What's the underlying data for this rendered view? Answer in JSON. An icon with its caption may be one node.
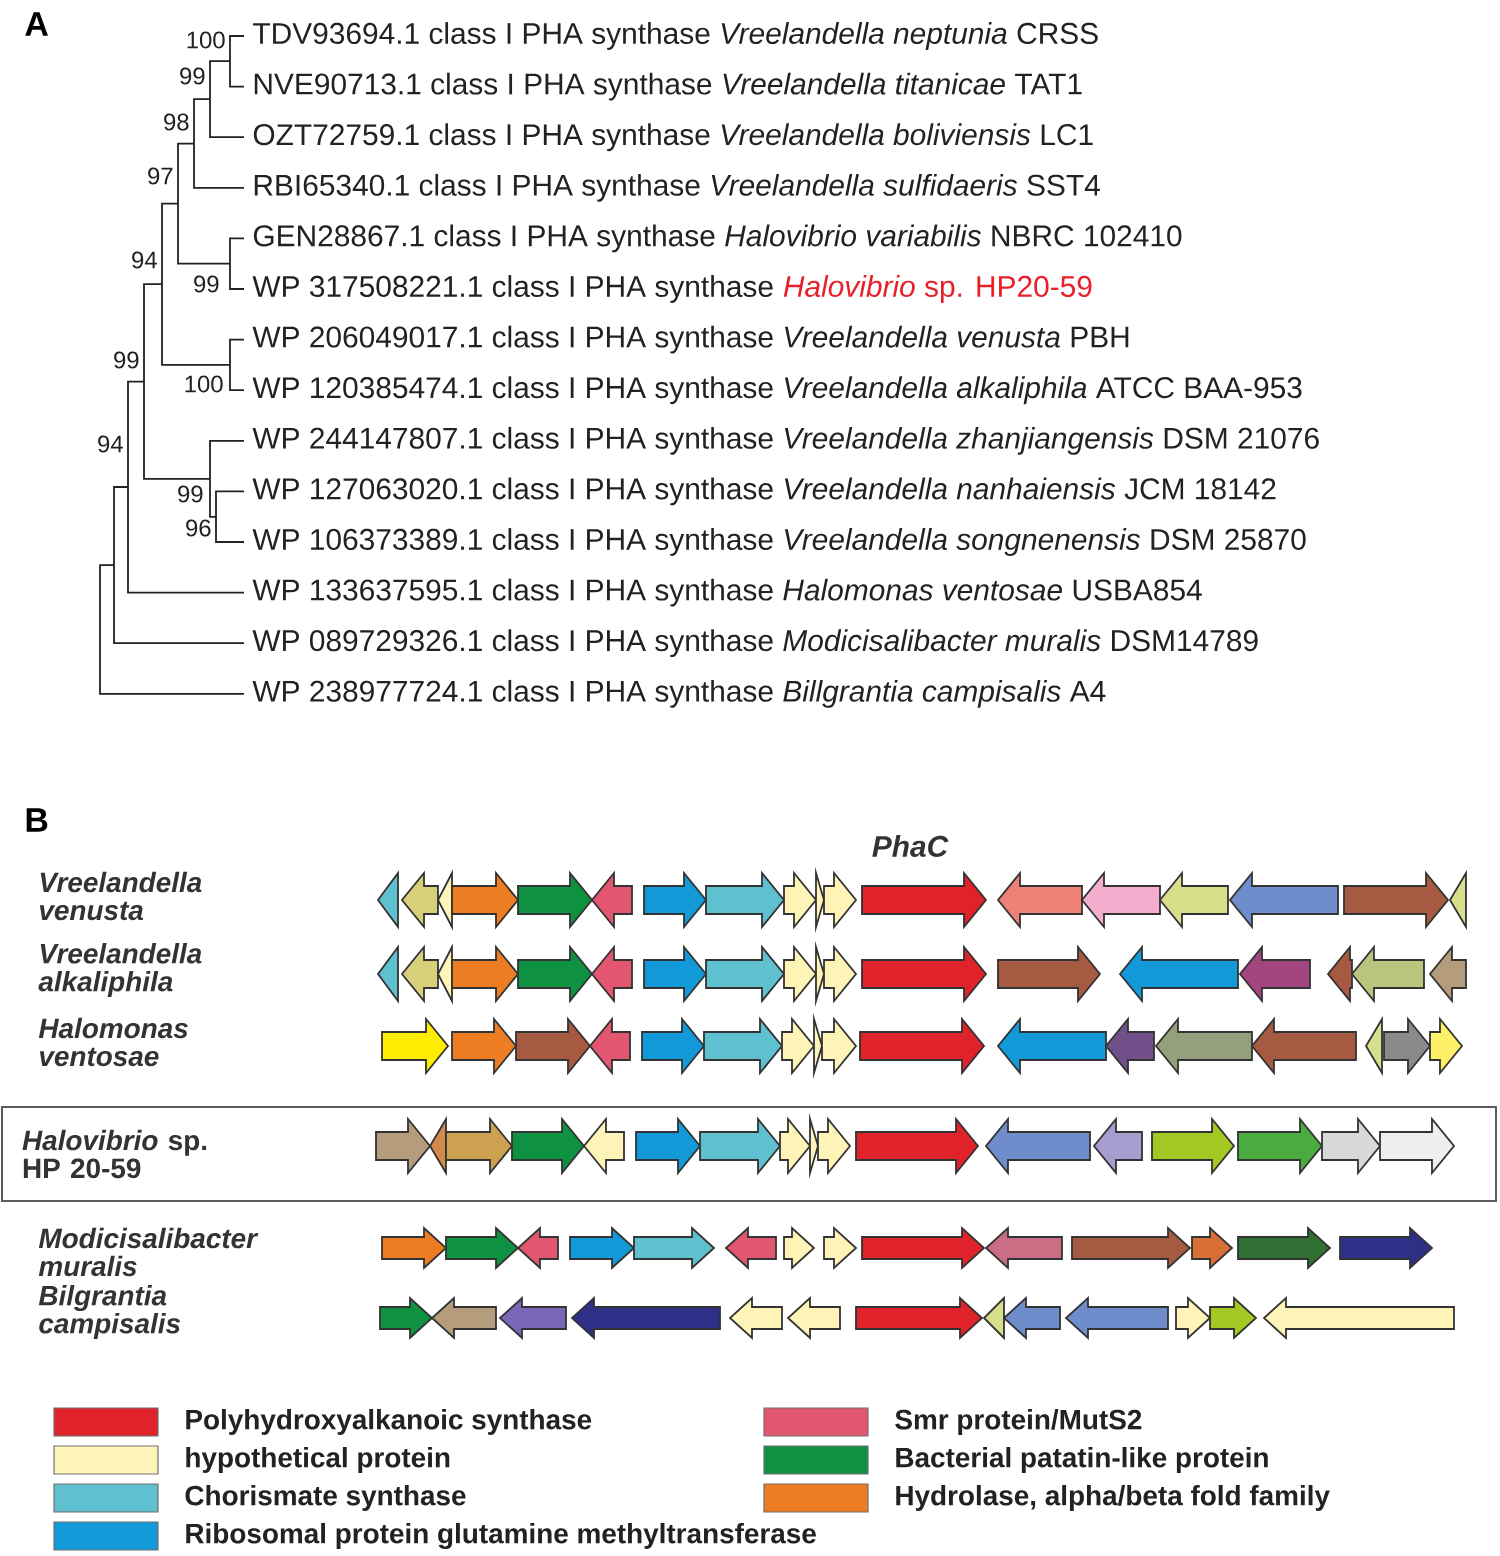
{
  "diagram": {
    "nodes": [
      {
        "text": [
          "*Halovibrio* sp. HP 20-59"
        ]
      }
    ],
    "labels": [
      "A",
      "TDV93694.1 class I PHA synthase *Vreelandella neptunia* CRSS",
      "NVE90713.1 class I PHA synthase *Vreelandella titanicae* TAT1",
      "OZT72759.1 class I PHA synthase *Vreelandella boliviensis* LC1",
      "RBI65340.1 class I PHA synthase *Vreelandella sulfidaeris* SST4",
      "GEN28867.1 class I PHA synthase *Halovibrio variabilis* NBRC 102410",
      "WP 317508221.1 class I PHA synthase",
      "*Halovibrio* sp. HP20-59",
      "WP 206049017.1 class I PHA synthase *Vreelandella venusta* PBH",
      "WP 120385474.1 class I PHA synthase *Vreelandella alkaliphila* ATCC BAA-953",
      "WP 244147807.1 class I PHA synthase *Vreelandella zhanjiangensis* DSM 21076",
      "WP 127063020.1 class I PHA synthase *Vreelandella nanhaiensis* JCM 18142",
      "WP 106373389.1 class I PHA synthase *Vreelandella songnenensis* DSM 25870",
      "WP 133637595.1 class I PHA synthase *Halomonas ventosae* USBA854",
      "WP 089729326.1 class I PHA synthase *Modicisalibacter muralis* DSM14789",
      "WP 238977724.1 class I PHA synthase *Billgrantia campisalis* A4",
      "100",
      "99",
      "98",
      "97",
      "94",
      "99",
      "99",
      "100",
      "94",
      "99",
      "96",
      "B",
      "PhaC",
      "Vreelandella venusta",
      "Vreelandella alkaliphila",
      "Halomonas ventosae",
      "Modicisalibacter muralis",
      "Bilgrantia campisalis"
    ],
    "legend": [
      {
        "text": "Polyhydroxyalkanoic synthase",
        "color": "#e0222a"
      },
      {
        "text": "hypothetical protein",
        "color": "#fff4b8"
      },
      {
        "text": "Chorismate synthase",
        "color": "#5fc0cf"
      },
      {
        "text": "Ribosomal protein glutamine methyltransferase",
        "color": "#129ad8"
      },
      {
        "text": "Smr protein/MutS2",
        "color": "#e35670"
      },
      {
        "text": "Bacterial patatin-like protein",
        "color": "#0f9142"
      },
      {
        "text": "Hydrolase, alpha/beta fold family",
        "color": "#ec7d23"
      }
    ]
  }
}
